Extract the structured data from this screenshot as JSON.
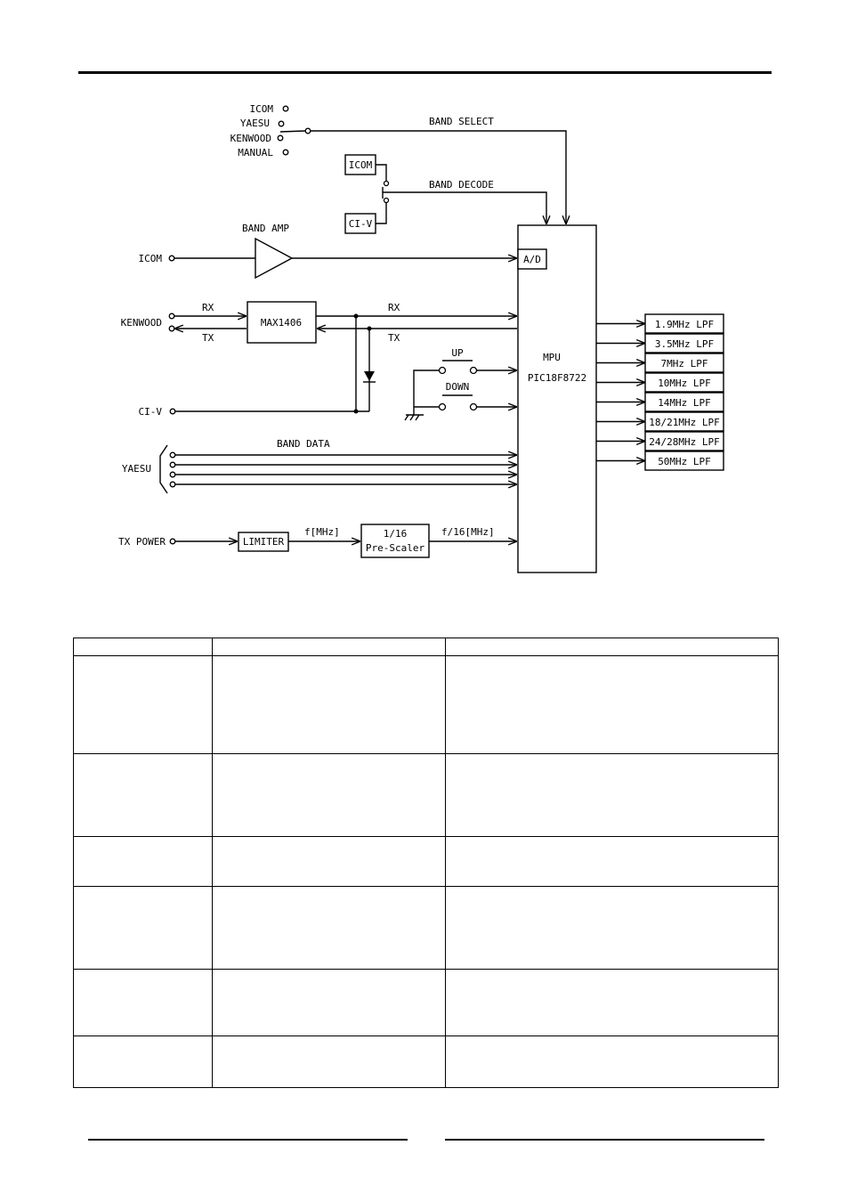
{
  "diagram": {
    "connectors": {
      "icom": "ICOM",
      "yaesu": "YAESU",
      "kenwood": "KENWOOD",
      "manual": "MANUAL",
      "band_select": "BAND SELECT",
      "band_decode": "BAND DECODE",
      "icom_box": "ICOM",
      "civ_box": "CI-V"
    },
    "band_amp": "BAND AMP",
    "icom_in": "ICOM",
    "ad": "A/D",
    "kenwood_in": "KENWOOD",
    "rx": "RX",
    "tx": "TX",
    "max": "MAX1406",
    "civ_in": "CI-V",
    "mpu": "MPU",
    "pic": "PIC18F8722",
    "up": "UP",
    "down": "DOWN",
    "yaesu_in": "YAESU",
    "band_data": "BAND DATA",
    "tx_power": "TX POWER",
    "limiter": "LIMITER",
    "fmhz": "f[MHz]",
    "prescaler_1": "1/16",
    "prescaler_2": "Pre-Scaler",
    "f16": "f/16[MHz]",
    "lpf": [
      "1.9MHz LPF",
      "3.5MHz LPF",
      "7MHz LPF",
      "10MHz LPF",
      "14MHz LPF",
      "18/21MHz LPF",
      "24/28MHz LPF",
      "50MHz LPF"
    ]
  },
  "table": {
    "rows": [
      [
        "",
        "",
        ""
      ],
      [
        "",
        "",
        ""
      ],
      [
        "",
        "",
        ""
      ],
      [
        "",
        "",
        ""
      ],
      [
        "",
        "",
        ""
      ],
      [
        "",
        "",
        ""
      ],
      [
        "",
        "",
        ""
      ]
    ]
  }
}
